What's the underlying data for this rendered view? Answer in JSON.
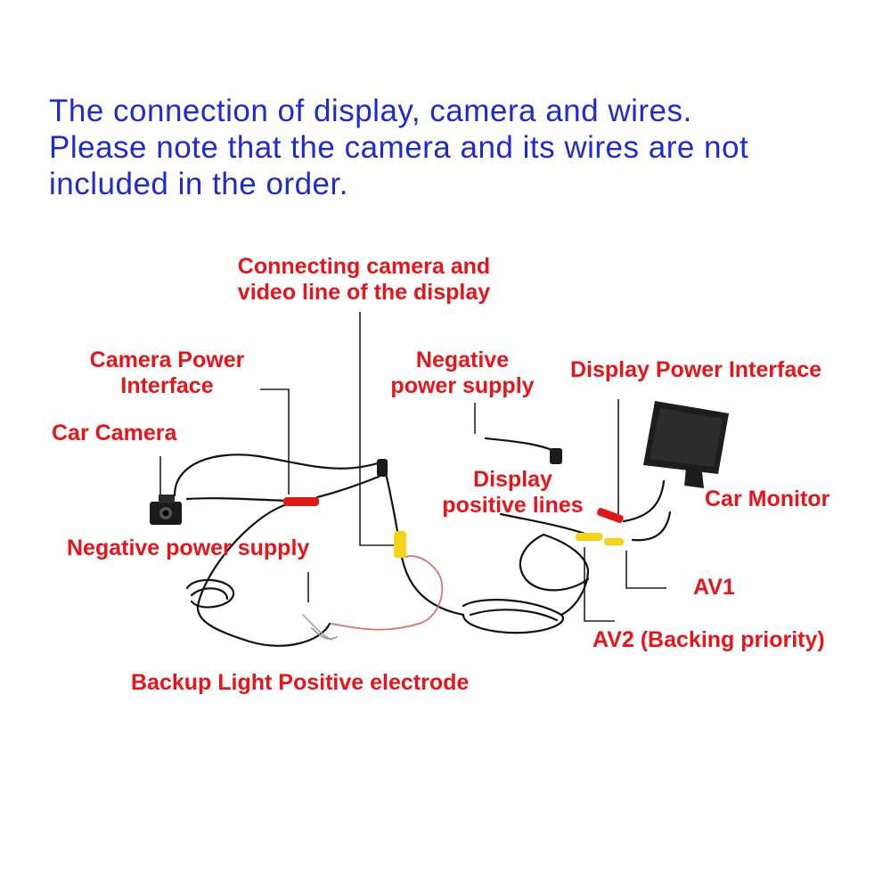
{
  "header": {
    "lines": [
      "The connection of display, camera and wires.",
      "Please note that the camera and its wires are not",
      "included in the order."
    ],
    "color": "#1f2bd0"
  },
  "labels": {
    "connecting_line_1": "Connecting camera and",
    "connecting_line_2": "video line of the display",
    "camera_power_1": "Camera Power",
    "camera_power_2": "Interface",
    "car_camera": "Car Camera",
    "negative_supply_top_1": "Negative",
    "negative_supply_top_2": "power supply",
    "display_power": "Display Power Interface",
    "display_positive_1": "Display",
    "display_positive_2": "positive lines",
    "car_monitor": "Car Monitor",
    "negative_supply_left": "Negative power supply",
    "av1": "AV1",
    "av2": "AV2 (Backing priority)",
    "backup_light": "Backup Light Positive electrode"
  },
  "colors": {
    "label": "#e8141a",
    "wire": "#111111",
    "leader": "#222222",
    "red_plug": "#e01818",
    "yellow_plug": "#f4d21a",
    "red_wire": "#e07070"
  }
}
